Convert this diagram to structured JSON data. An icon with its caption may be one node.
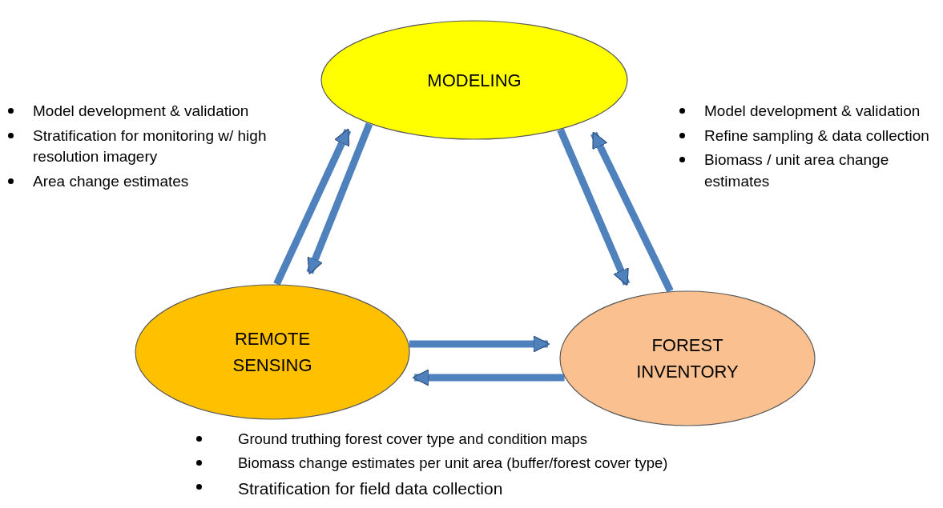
{
  "diagram": {
    "nodes": [
      {
        "text": [
          "MODELING"
        ]
      },
      {
        "text": [
          "REMOTE SENSING"
        ]
      },
      {
        "text": [
          "FOREST INVENTORY"
        ]
      }
    ],
    "edges": [
      {
        "from": 1,
        "to": 0,
        "arrow": "to"
      },
      {
        "from": 0,
        "to": 1,
        "arrow": "to"
      },
      {
        "from": 0,
        "to": 2,
        "arrow": "to"
      },
      {
        "from": 2,
        "to": 0,
        "arrow": "to"
      },
      {
        "from": 1,
        "to": 2,
        "arrow": "to"
      },
      {
        "from": 2,
        "to": 1,
        "arrow": "to"
      }
    ],
    "labels": [
      "Model development & validation",
      "Stratification for monitoring w/ high resolution imagery",
      "Area change estimates",
      "Model development & validation",
      "Refine sampling & data collection",
      "Biomass / unit area change estimates",
      "Ground truthing forest cover type and condition maps",
      "Biomass change estimates per unit area (buffer/forest cover type)",
      "Stratification for field data collection"
    ]
  }
}
